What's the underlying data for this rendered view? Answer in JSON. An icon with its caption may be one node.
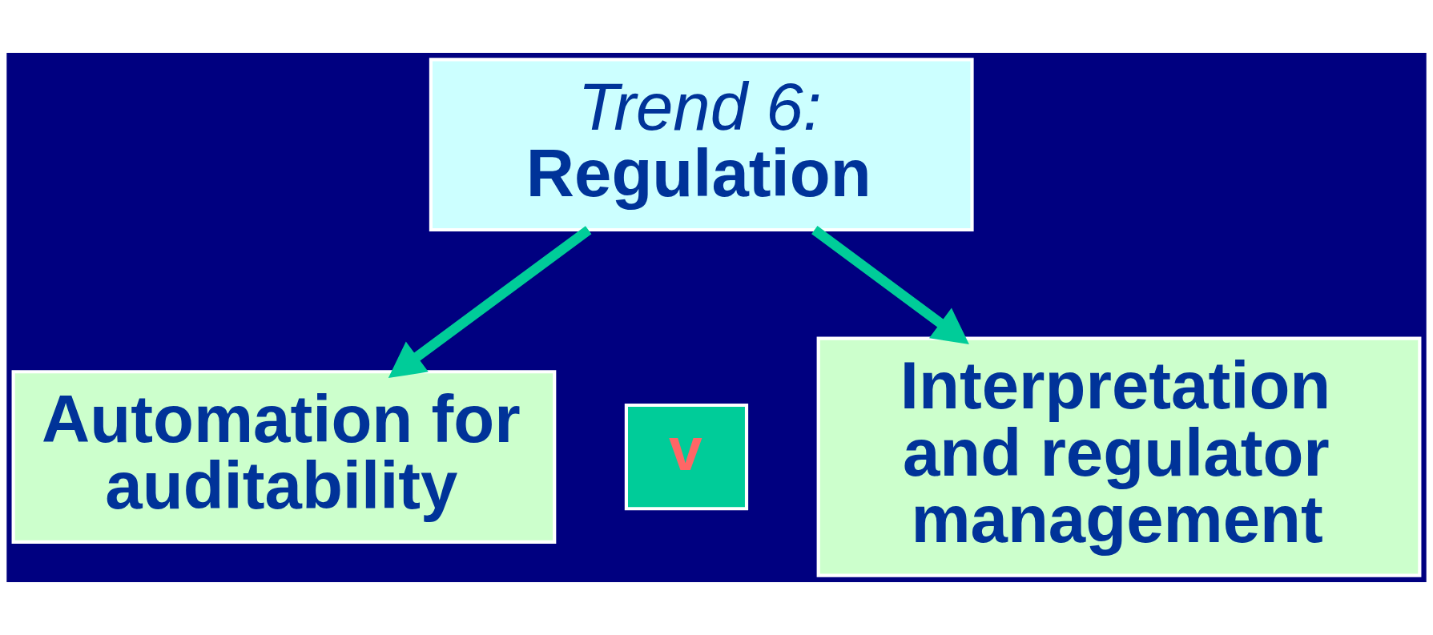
{
  "diagram": {
    "nodes": [
      {
        "text": [
          "Trend 6:",
          "Regulation"
        ]
      },
      {
        "text": [
          "Automation for auditability"
        ]
      },
      {
        "text": [
          "v"
        ]
      },
      {
        "text": [
          "Interpretation and regulator management"
        ]
      }
    ],
    "edges": [
      {
        "from": 0,
        "to": 1,
        "arrow": "to"
      },
      {
        "from": 0,
        "to": 3,
        "arrow": "to"
      }
    ]
  }
}
